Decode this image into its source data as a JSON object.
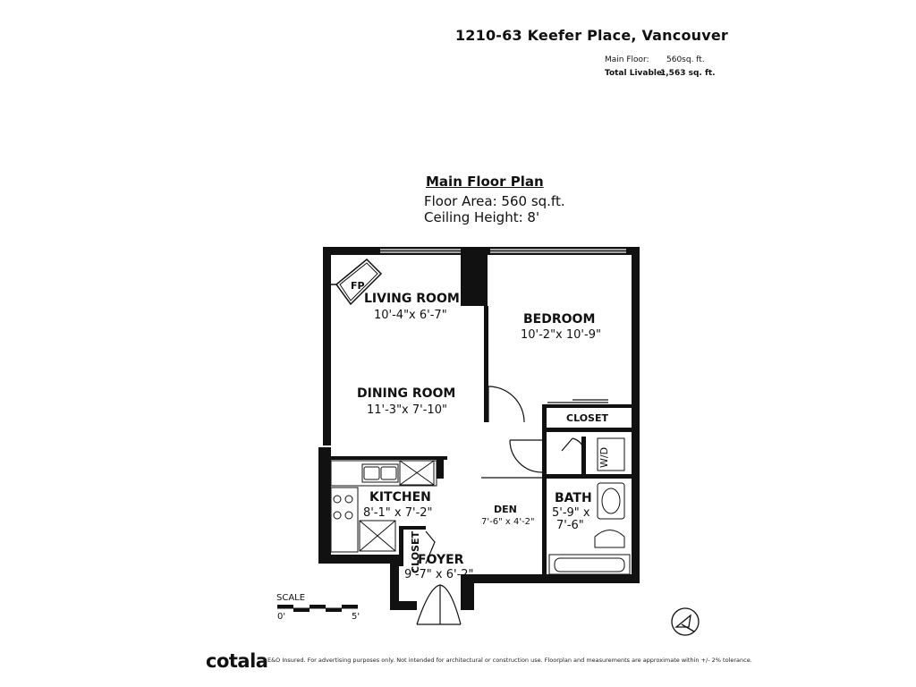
{
  "header": {
    "address": "1210-63 Keefer Place, Vancouver",
    "main_floor_label": "Main Floor:",
    "main_floor_value": "560sq. ft.",
    "total_label": "Total Livable:",
    "total_value": "1,563 sq. ft."
  },
  "plan": {
    "title": "Main Floor Plan",
    "floor_area": "Floor Area: 560 sq.ft.",
    "ceiling_height": "Ceiling Height: 8'"
  },
  "rooms": {
    "fireplace": "FP",
    "living_name": "LIVING ROOM",
    "living_dim": "10'-4\"x  6'-7\"",
    "bedroom_name": "BEDROOM",
    "bedroom_dim": "10'-2\"x 10'-9\"",
    "closet_bed": "CLOSET",
    "dining_name": "DINING ROOM",
    "dining_dim": "11'-3\"x 7'-10\"",
    "wd": "W/D",
    "kitchen_name": "KITCHEN",
    "kitchen_dim": "8'-1\" x  7'-2\"",
    "den_name": "DEN",
    "den_dim": "7'-6\" x 4'-2\"",
    "bath_name": "BATH",
    "bath_dim_1": "5'-9\"  x",
    "bath_dim_2": "7'-6\"",
    "closet_foyer": "CLOSET",
    "foyer_name": "FOYER",
    "foyer_dim": "9'-7\"  x  6'-2\""
  },
  "scale": {
    "label": "SCALE",
    "start": "0'",
    "end": "5'"
  },
  "footer": {
    "brand": "cotala",
    "disclaimer": "E&O Insured. For advertising purposes only. Not intended for architectural or construction use. Floorplan and measurements are approximate within +/- 2% tolerance."
  }
}
